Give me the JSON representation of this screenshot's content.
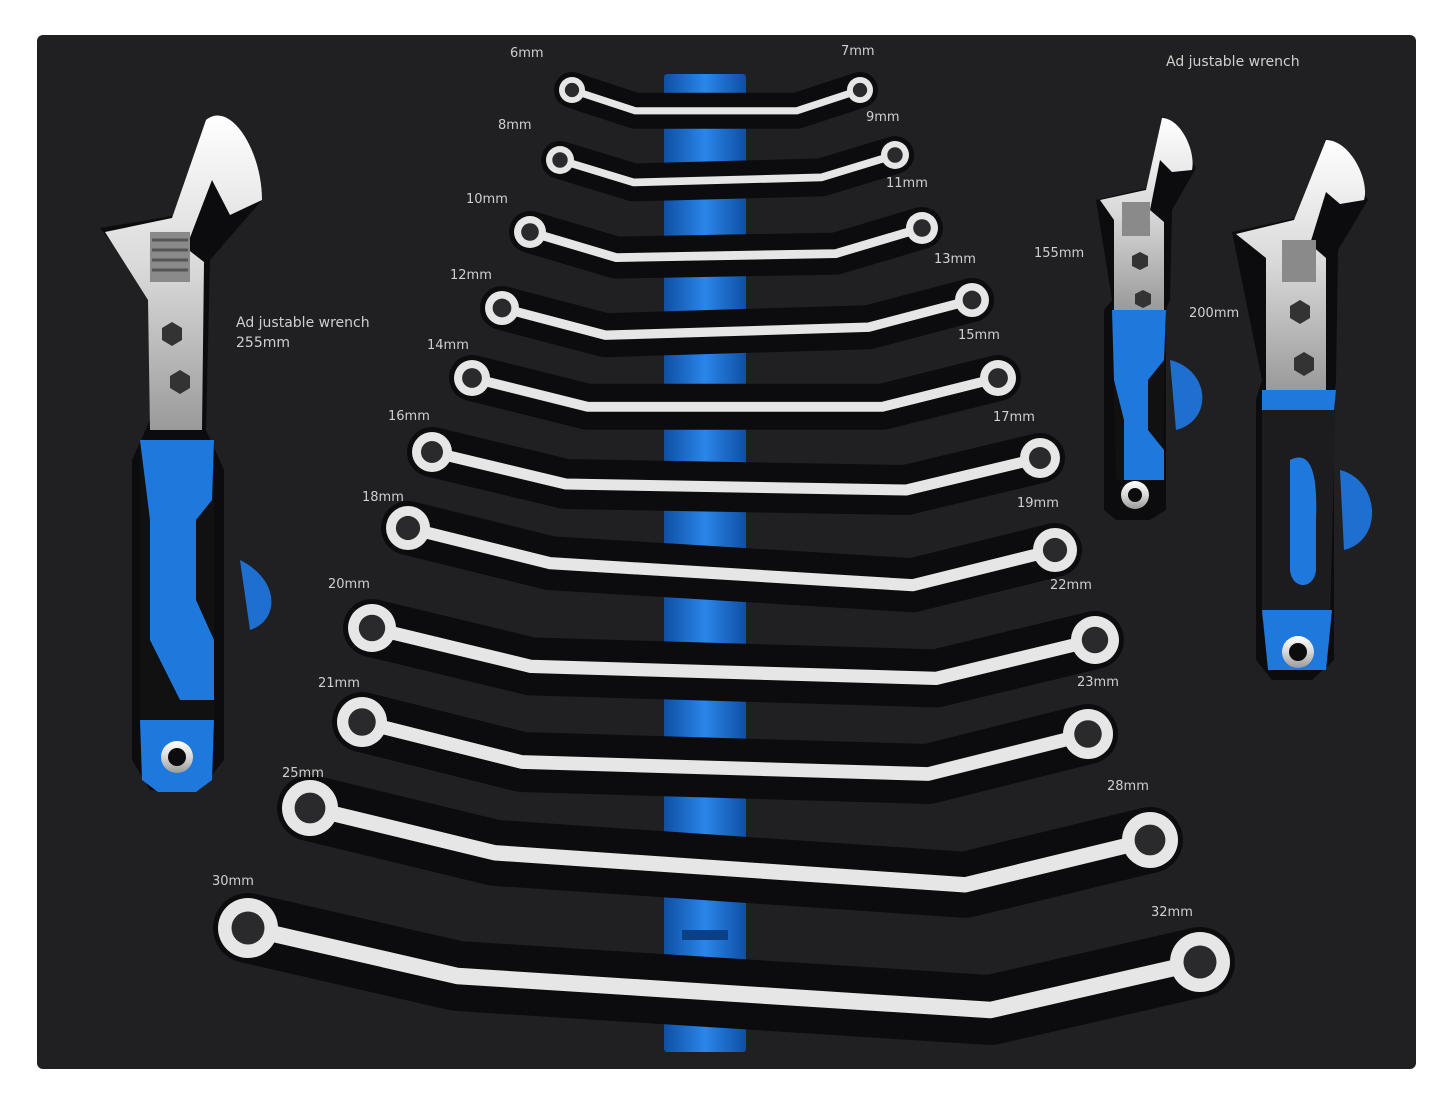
{
  "colors": {
    "tray": "#202022",
    "foam_recess": "#101012",
    "accent_blue": "#1f6fd1",
    "chrome": "#e6e6e6",
    "label_text": "#cfcfcf"
  },
  "labels": {
    "adjustable_wrench_top": "Ad justable wrench",
    "adjustable_wrench_left": "Ad justable wrench",
    "size_255": "255mm",
    "size_155": "155mm",
    "size_200": "200mm",
    "w6": "6mm",
    "w7": "7mm",
    "w8": "8mm",
    "w9": "9mm",
    "w10": "10mm",
    "w11": "11mm",
    "w12": "12mm",
    "w13": "13mm",
    "w14": "14mm",
    "w15": "15mm",
    "w16": "16mm",
    "w17": "17mm",
    "w18": "18mm",
    "w19": "19mm",
    "w20": "20mm",
    "w22": "22mm",
    "w21": "21mm",
    "w23": "23mm",
    "w25": "25mm",
    "w28": "28mm",
    "w30": "30mm",
    "w32": "32mm"
  },
  "icons": {
    "ring_wrenches": "double-offset-ring-spanner-icon",
    "adjustable": "adjustable-wrench-icon"
  }
}
